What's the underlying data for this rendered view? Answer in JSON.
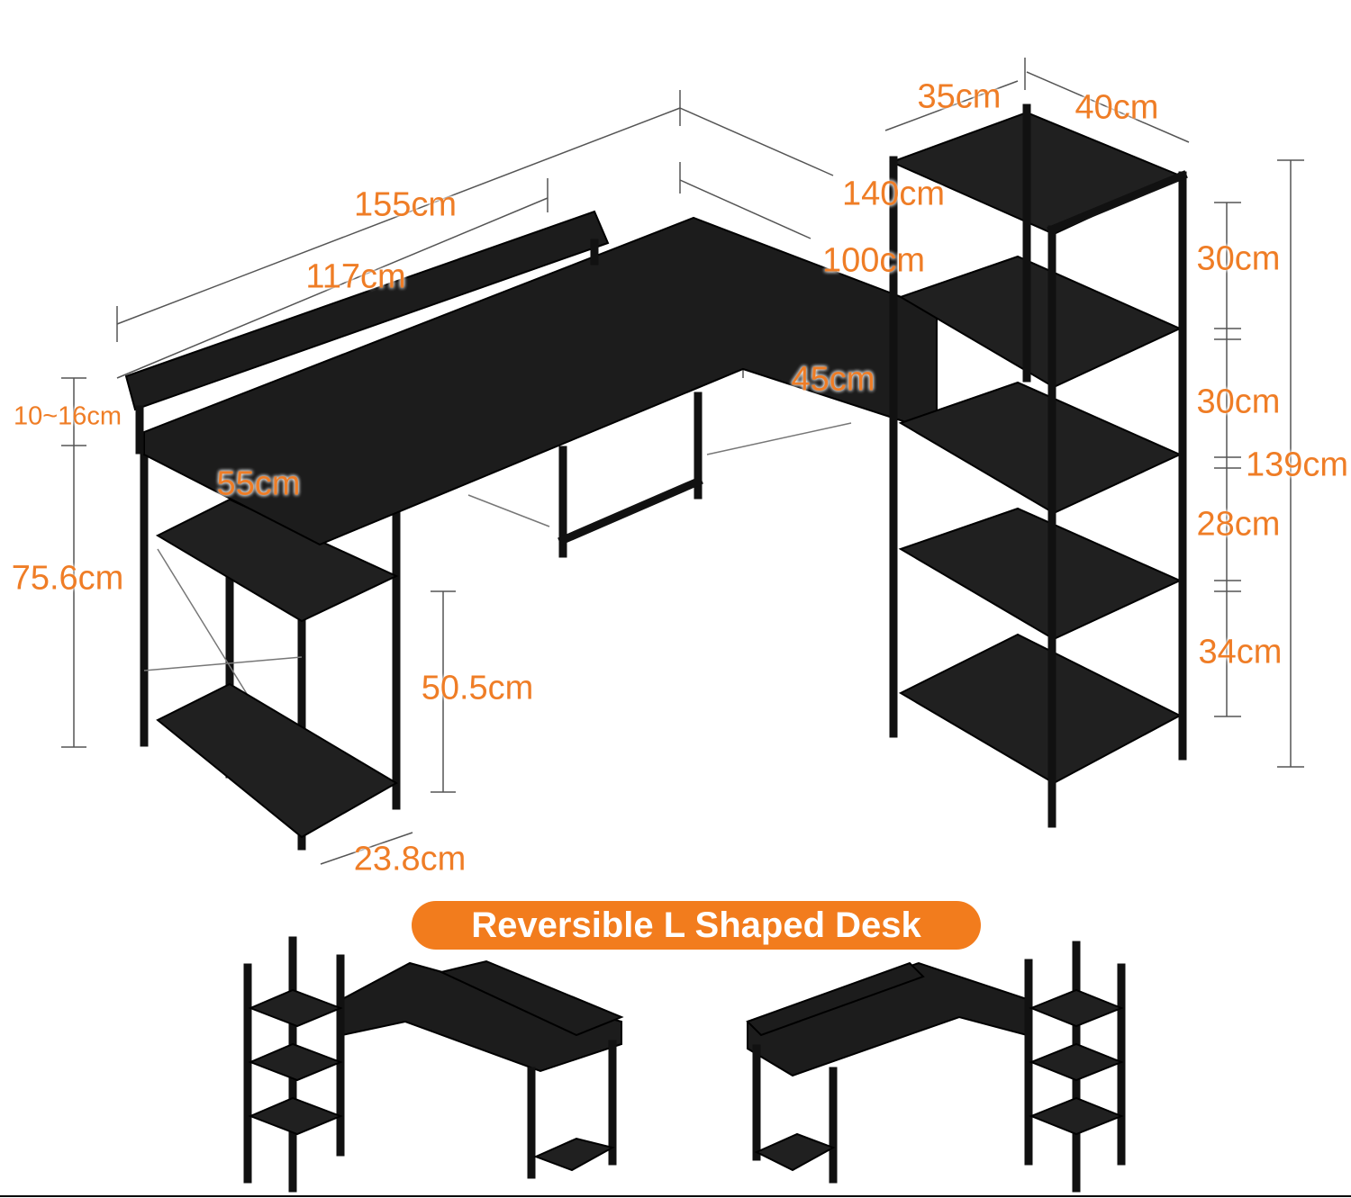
{
  "product": {
    "title": "Reversible L Shaped Desk",
    "accent_color": "#f27c1d",
    "dimensions": [
      "155cm",
      "117cm",
      "140cm",
      "100cm",
      "35cm",
      "40cm",
      "45cm",
      "55cm",
      "10~16cm",
      "75.6cm",
      "50.5cm",
      "23.8cm",
      "30cm",
      "30cm",
      "139cm",
      "28cm",
      "34cm"
    ]
  }
}
